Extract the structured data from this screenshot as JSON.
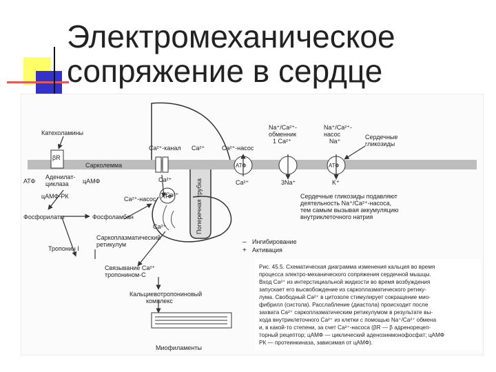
{
  "title": {
    "line1": "Электромеханическое",
    "line2": "сопряжение в сердце"
  },
  "figure": {
    "catecholamines": "Катехоламины",
    "beta_r": "βR",
    "sarcolemma": "Сарколемма",
    "atp_left": "АТФ",
    "adenylate_cyclase_1": "Аденилат-",
    "adenylate_cyclase_2": "циклаза",
    "camp": "цАМФ",
    "camp_pk": "цАМФ-РК",
    "ca_channel": "Ca²⁺-канал",
    "ca_channel_ion": "Ca²⁺",
    "ca_inflow": "Ca²⁺",
    "ca_pump_sr": "Ca²⁺-насос",
    "ca_sr_1": "Ca²⁺",
    "ca_sr_2": "Ca²⁺",
    "atp_sr": "АТФ",
    "phosphorylation": "Фосфорилаты",
    "phospholamban": "Фосфоламбан",
    "t_tubule": "Поперечная трубка",
    "sr_1": "Саркоплазматический",
    "sr_2": "ретикулум",
    "troponin_i": "Тропонин I",
    "binding_1": "Связывание Ca²⁺",
    "binding_2": "тропонином-С",
    "complex_1": "Кальциевотропониновый",
    "complex_2": "комплекс",
    "myofilaments": "Миофиламенты",
    "ca_pump_top": "Ca²⁺-насос",
    "ca_pump_top_ion": "Ca²⁺",
    "atp_pump": "АТФ",
    "exchanger_1": "Na⁺/Ca²⁺-",
    "exchanger_2": "обменник",
    "exchanger_3": "1 Ca²⁺",
    "exchanger_out": "3Na⁺",
    "na_k_1": "Na⁺/Ca²⁺-",
    "na_k_2": "насос",
    "na_k_3": "Na⁺",
    "atp_nak": "АТФ",
    "k_ion": "K⁺",
    "glycosides_1": "Сердечные",
    "glycosides_2": "гликозиды",
    "glyco_text_1": "Сердечные гликозиды подавляют",
    "glyco_text_2": "деятельность Na⁺/Ca²⁺-насоса,",
    "glyco_text_3": "тем самым вызывая аккумуляцию",
    "glyco_text_4": "внутриклеточного натрия",
    "legend_inhibit": "Ингибирование",
    "legend_activate": "Активация",
    "legend_minus": "–",
    "legend_plus": "+",
    "caption_1": "Рис. 45.5. Схематическая диаграмма изменения кальция во время",
    "caption_2": "процесса электро-механического сопряжения сердечной мышцы.",
    "caption_3": "Вход Ca²⁺ из интерстициальной жидкости во время возбуждения",
    "caption_4": "запускает его высвобождение из саркоплазматического ретику-",
    "caption_5": "лума. Свободный Ca²⁺ в цитозоле стимулирует сокращение мио-",
    "caption_6": "фибрилл (систола). Расслабление (диастола) происходит после",
    "caption_7": "захвата Ca²⁺ саркоплазматическим ретикулумом в результате вы-",
    "caption_8": "хода внутриклеточного Ca²⁺ из клетки с помощью Na⁺/Ca²⁺ обмена",
    "caption_9": "и, в какой-то степени, за счет Ca²⁺-насоса (βR — β адренорецеп-",
    "caption_10": "торный рецептор; цАМФ — циклический аденозинмонофосфат; цАМФ",
    "caption_11": "РК — протеинкиназа, зависимая от цАМФ)."
  }
}
